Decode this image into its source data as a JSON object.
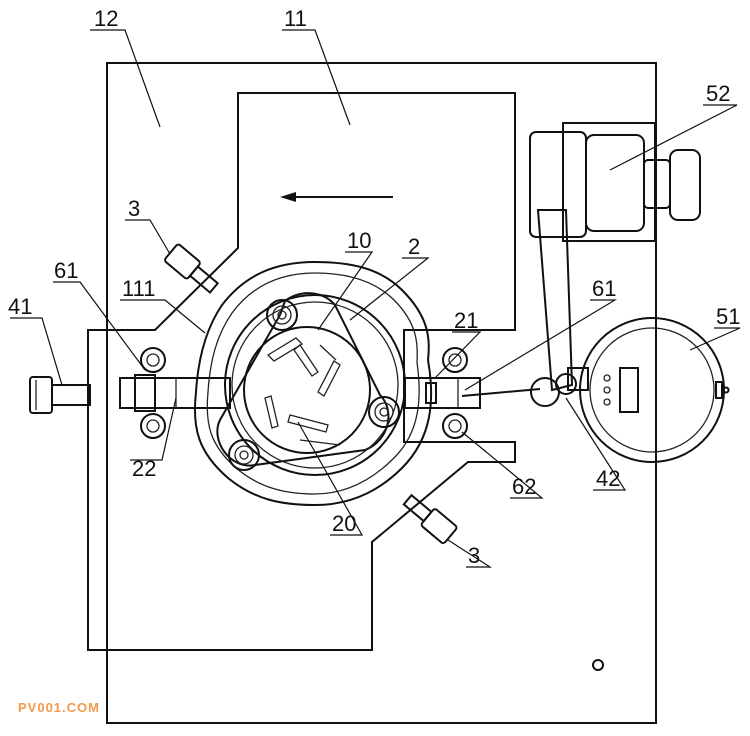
{
  "labels": {
    "l12": "12",
    "l11": "11",
    "l52": "52",
    "l3a": "3",
    "l10": "10",
    "l2": "2",
    "l61a": "61",
    "l111": "111",
    "l61b": "61",
    "l41": "41",
    "l21": "21",
    "l51": "51",
    "l22": "22",
    "l62": "62",
    "l42": "42",
    "l20": "20",
    "l3b": "3"
  },
  "watermark": "PV001.COM",
  "colors": {
    "line": "#111111",
    "watermark": "#f29a4a",
    "background": "#ffffff"
  }
}
